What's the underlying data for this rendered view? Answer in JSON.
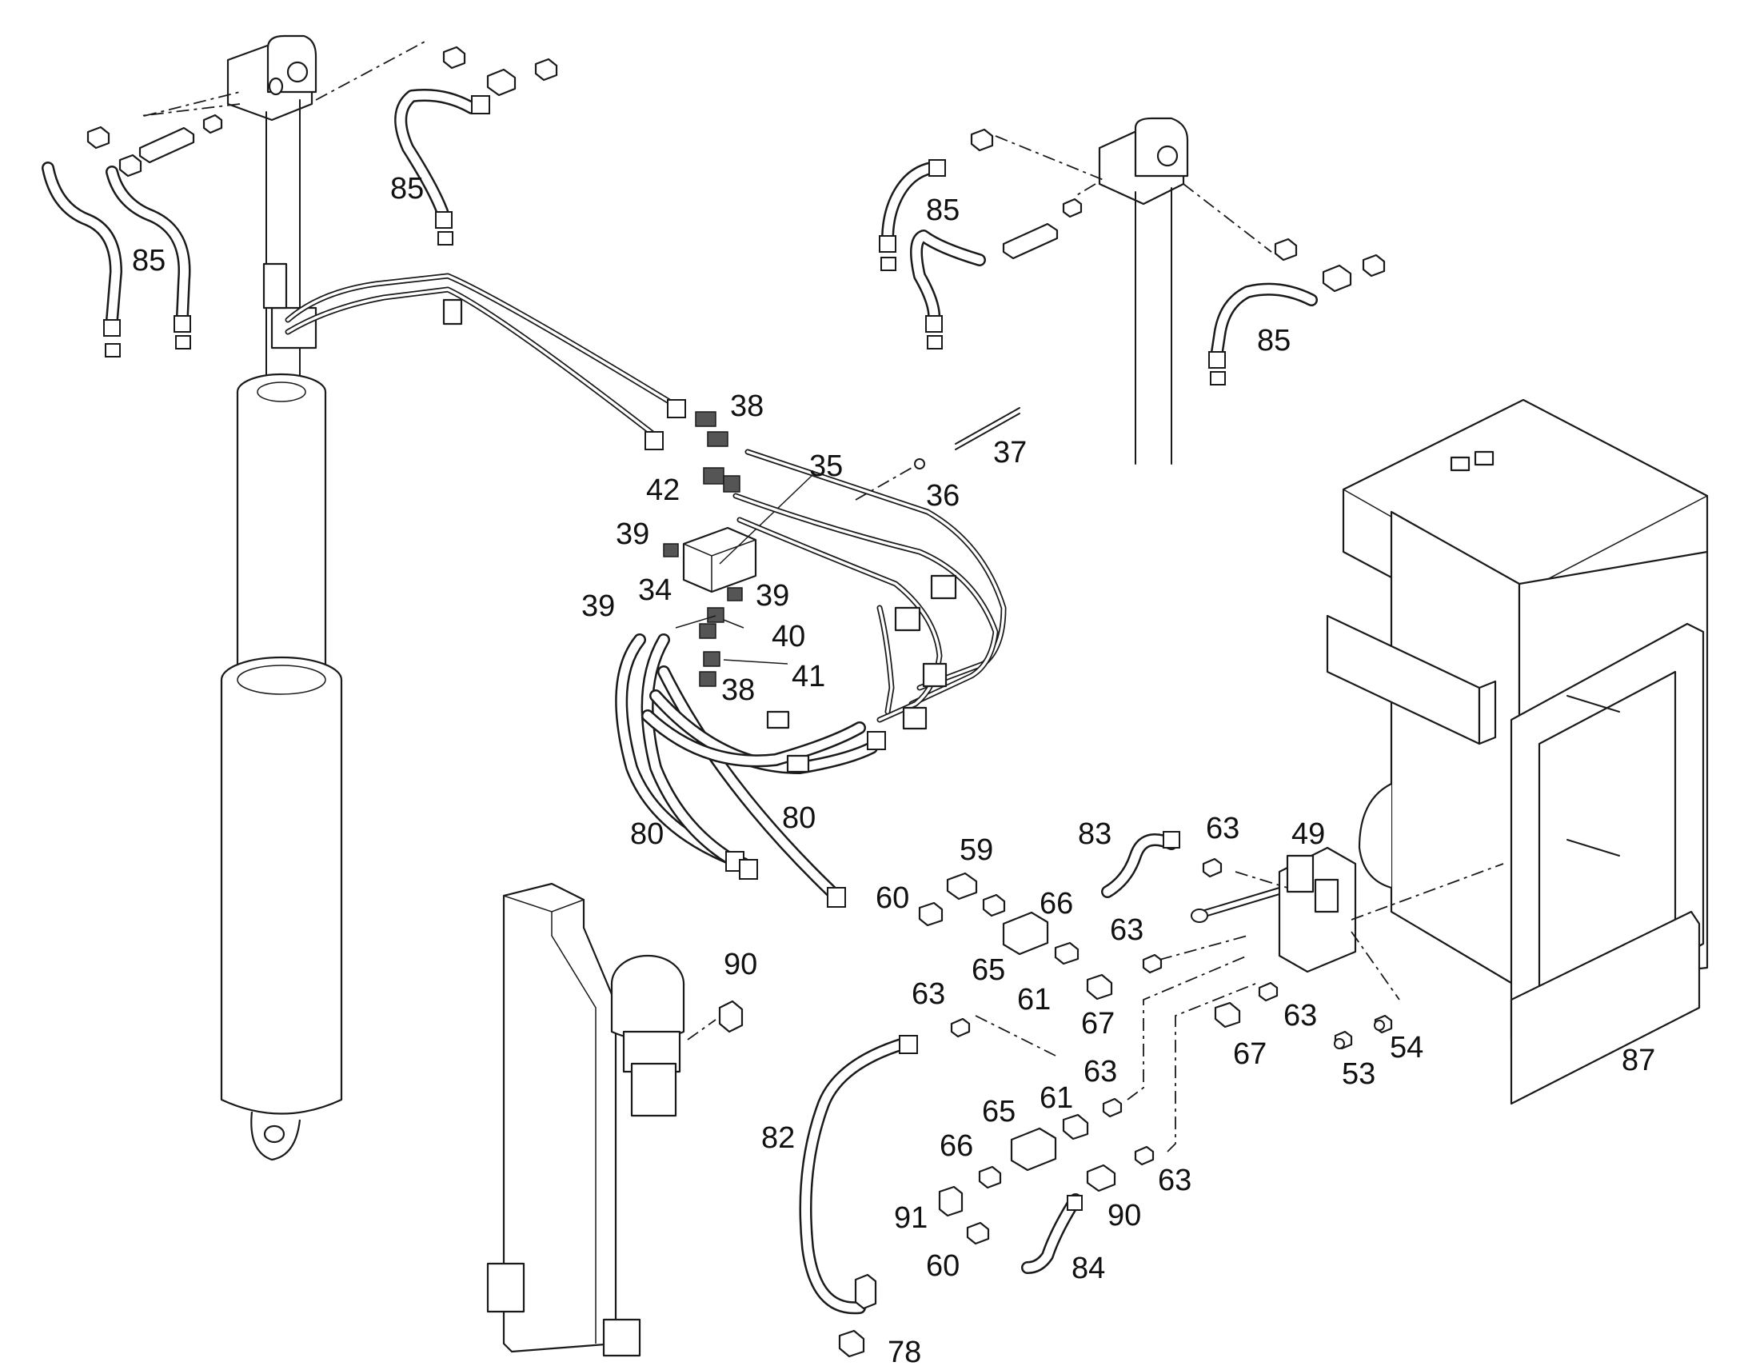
{
  "labels": [
    {
      "id": "lbl-85-a",
      "text": "85"
    },
    {
      "id": "lbl-85-b",
      "text": "85"
    },
    {
      "id": "lbl-85-c",
      "text": "85"
    },
    {
      "id": "lbl-85-d",
      "text": "85"
    },
    {
      "id": "lbl-38-a",
      "text": "38"
    },
    {
      "id": "lbl-37",
      "text": "37"
    },
    {
      "id": "lbl-35",
      "text": "35"
    },
    {
      "id": "lbl-42",
      "text": "42"
    },
    {
      "id": "lbl-36",
      "text": "36"
    },
    {
      "id": "lbl-39-a",
      "text": "39"
    },
    {
      "id": "lbl-34",
      "text": "34"
    },
    {
      "id": "lbl-39-b",
      "text": "39"
    },
    {
      "id": "lbl-39-c",
      "text": "39"
    },
    {
      "id": "lbl-40",
      "text": "40"
    },
    {
      "id": "lbl-41",
      "text": "41"
    },
    {
      "id": "lbl-38-b",
      "text": "38"
    },
    {
      "id": "lbl-80-a",
      "text": "80"
    },
    {
      "id": "lbl-80-b",
      "text": "80"
    },
    {
      "id": "lbl-59",
      "text": "59"
    },
    {
      "id": "lbl-83",
      "text": "83"
    },
    {
      "id": "lbl-63-a",
      "text": "63"
    },
    {
      "id": "lbl-49",
      "text": "49"
    },
    {
      "id": "lbl-60-a",
      "text": "60"
    },
    {
      "id": "lbl-66-a",
      "text": "66"
    },
    {
      "id": "lbl-63-b",
      "text": "63"
    },
    {
      "id": "lbl-65-a",
      "text": "65"
    },
    {
      "id": "lbl-61-a",
      "text": "61"
    },
    {
      "id": "lbl-90-a",
      "text": "90"
    },
    {
      "id": "lbl-63-c",
      "text": "63"
    },
    {
      "id": "lbl-67-a",
      "text": "67"
    },
    {
      "id": "lbl-63-d",
      "text": "63"
    },
    {
      "id": "lbl-67-b",
      "text": "67"
    },
    {
      "id": "lbl-54",
      "text": "54"
    },
    {
      "id": "lbl-53",
      "text": "53"
    },
    {
      "id": "lbl-87",
      "text": "87"
    },
    {
      "id": "lbl-63-e",
      "text": "63"
    },
    {
      "id": "lbl-61-b",
      "text": "61"
    },
    {
      "id": "lbl-65-b",
      "text": "65"
    },
    {
      "id": "lbl-82",
      "text": "82"
    },
    {
      "id": "lbl-66-b",
      "text": "66"
    },
    {
      "id": "lbl-63-f",
      "text": "63"
    },
    {
      "id": "lbl-91",
      "text": "91"
    },
    {
      "id": "lbl-90-b",
      "text": "90"
    },
    {
      "id": "lbl-60-b",
      "text": "60"
    },
    {
      "id": "lbl-84",
      "text": "84"
    },
    {
      "id": "lbl-78",
      "text": "78"
    }
  ]
}
